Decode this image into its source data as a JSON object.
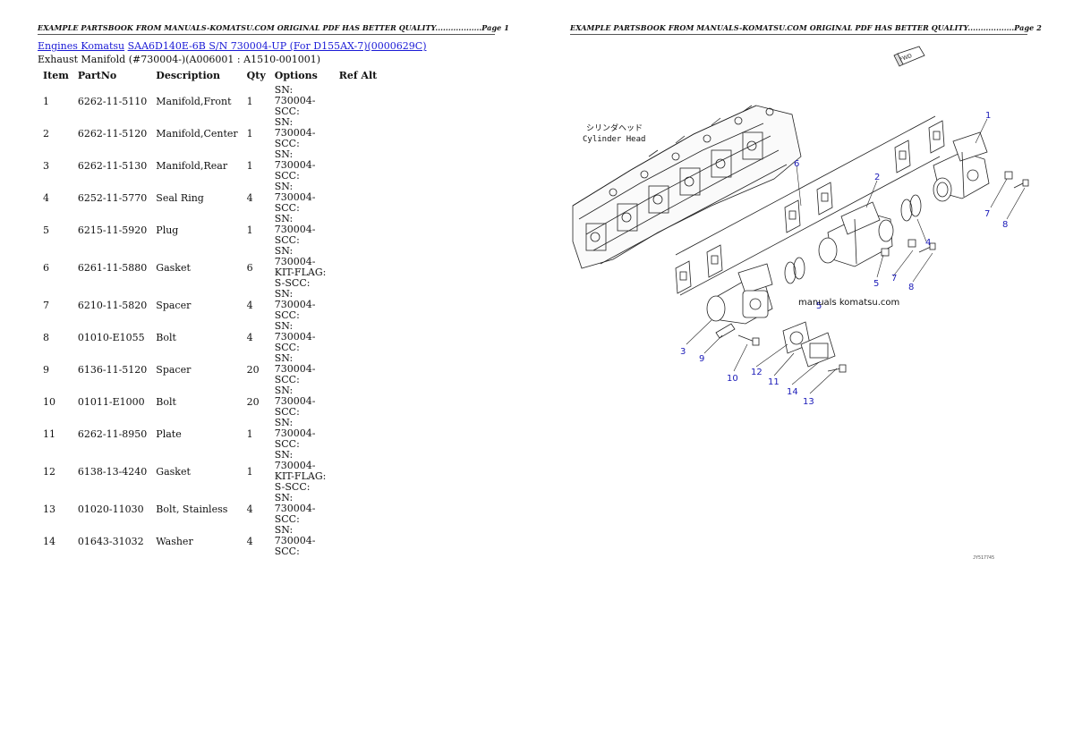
{
  "page1": {
    "header": "EXAMPLE PARTSBOOK FROM MANUALS-KOMATSU.COM ORIGINAL PDF HAS BETTER QUALITY..................Page 1",
    "breadcrumb": {
      "link1": "Engines Komatsu",
      "link2": "SAA6D140E-6B S/N 730004-UP (For D155AX-7)(0000629C)"
    },
    "subtitle": "Exhaust Manifold (#730004-)(A006001 : A1510-001001)",
    "table": {
      "headers": [
        "Item",
        "PartNo",
        "Description",
        "Qty",
        "Options",
        "Ref Alt"
      ],
      "rows": [
        {
          "item": "1",
          "partno": "6262-11-5110",
          "desc": "Manifold,Front",
          "qty": "1",
          "options": "SN: 730004-SCC:",
          "ref": ""
        },
        {
          "item": "2",
          "partno": "6262-11-5120",
          "desc": "Manifold,Center",
          "qty": "1",
          "options": "SN: 730004-SCC:",
          "ref": ""
        },
        {
          "item": "3",
          "partno": "6262-11-5130",
          "desc": "Manifold,Rear",
          "qty": "1",
          "options": "SN: 730004-SCC:",
          "ref": ""
        },
        {
          "item": "4",
          "partno": "6252-11-5770",
          "desc": "Seal Ring",
          "qty": "4",
          "options": "SN: 730004-SCC:",
          "ref": ""
        },
        {
          "item": "5",
          "partno": "6215-11-5920",
          "desc": "Plug",
          "qty": "1",
          "options": "SN: 730004-SCC:",
          "ref": ""
        },
        {
          "item": "6",
          "partno": "6261-11-5880",
          "desc": "Gasket",
          "qty": "6",
          "options": "SN: 730004-KIT-FLAG: S-SCC:",
          "ref": ""
        },
        {
          "item": "7",
          "partno": "6210-11-5820",
          "desc": "Spacer",
          "qty": "4",
          "options": "SN: 730004-SCC:",
          "ref": ""
        },
        {
          "item": "8",
          "partno": "01010-E1055",
          "desc": "Bolt",
          "qty": "4",
          "options": "SN: 730004-SCC:",
          "ref": ""
        },
        {
          "item": "9",
          "partno": "6136-11-5120",
          "desc": "Spacer",
          "qty": "20",
          "options": "SN: 730004-SCC:",
          "ref": ""
        },
        {
          "item": "10",
          "partno": "01011-E1000",
          "desc": "Bolt",
          "qty": "20",
          "options": "SN: 730004-SCC:",
          "ref": ""
        },
        {
          "item": "11",
          "partno": "6262-11-8950",
          "desc": "Plate",
          "qty": "1",
          "options": "SN: 730004-SCC:",
          "ref": ""
        },
        {
          "item": "12",
          "partno": "6138-13-4240",
          "desc": "Gasket",
          "qty": "1",
          "options": "SN: 730004-KIT-FLAG: S-SCC:",
          "ref": ""
        },
        {
          "item": "13",
          "partno": "01020-11030",
          "desc": "Bolt, Stainless",
          "qty": "4",
          "options": "SN: 730004-SCC:",
          "ref": ""
        },
        {
          "item": "14",
          "partno": "01643-31032",
          "desc": "Washer",
          "qty": "4",
          "options": "SN: 730004-SCC:",
          "ref": ""
        }
      ]
    }
  },
  "page2": {
    "header": "EXAMPLE PARTSBOOK FROM MANUALS-KOMATSU.COM ORIGINAL PDF HAS BETTER QUALITY..................Page 2",
    "diagram": {
      "fwd": "FWD",
      "cylinder_head_jp": "シリンダヘッド",
      "cylinder_head": "Cylinder Head",
      "watermark": "manuals komatsu.com",
      "code": "JY517745",
      "callouts": [
        "1",
        "2",
        "3",
        "4",
        "5",
        "6",
        "7",
        "8",
        "9",
        "10",
        "11",
        "12",
        "13",
        "14",
        "7",
        "8",
        "5"
      ]
    }
  }
}
